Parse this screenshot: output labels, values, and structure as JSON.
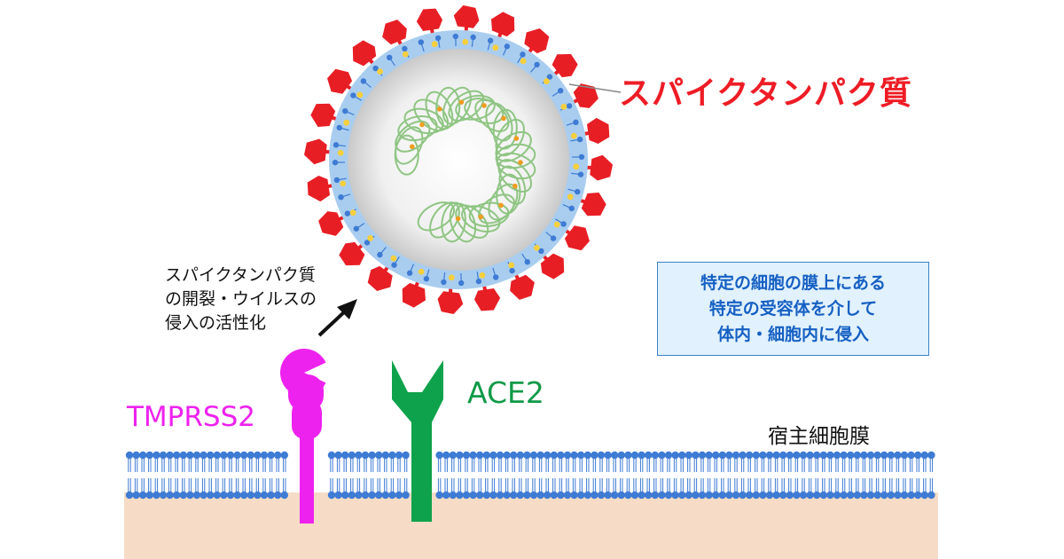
{
  "labels": {
    "spike_protein": "スパイクタンパク質",
    "activation_lines": [
      "スパイクタンパク質",
      "の開裂・ウイルスの",
      "侵入の活性化"
    ],
    "tmprss2": "TMPRSS2",
    "ace2": "ACE2",
    "host_membrane": "宿主細胞膜",
    "entry_box_lines": [
      "特定の細胞の膜上にある",
      "特定の受容体を介して",
      "体内・細胞内に侵入"
    ]
  },
  "colors": {
    "spike": "#e81e25",
    "tmprss2": "#ee22ee",
    "ace2": "#0fa24c",
    "envelope": "#a9cdef",
    "lipid_head": "#3e7bd4",
    "yellow_protein": "#f6cf3c",
    "rna_strand": "#8fc583",
    "rna_dots": "#ef9c1f",
    "cytoplasm": "#f6dcc6",
    "entry_box_text": "#1560c3",
    "entry_box_fill": "#e1f1fd",
    "entry_box_border": "#3d80c9"
  },
  "icons": {
    "virus": "coronavirus-particle",
    "arrow": "arrow-up-right-icon"
  }
}
